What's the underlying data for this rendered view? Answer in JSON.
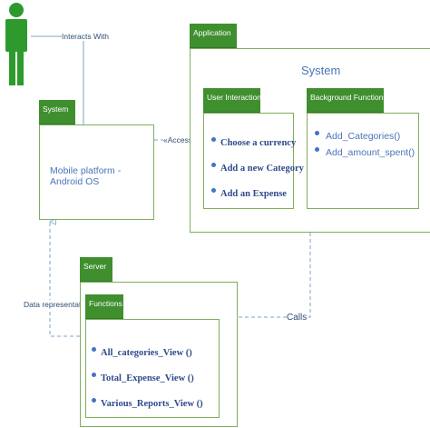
{
  "actor": {
    "icon": "person-icon",
    "color": "#2e9a2e"
  },
  "labels": {
    "interacts_with": "Interacts With",
    "access": "«Access»",
    "calls": "Calls",
    "data_representation": "Data representation"
  },
  "system_box": {
    "tab": "System",
    "text": "Mobile platform -Android OS"
  },
  "application": {
    "tab": "Application",
    "title": "System",
    "user_interaction": {
      "tab": "User Interaction",
      "items": [
        "Choose a currency",
        "Add a new Category",
        "Add an Expense"
      ]
    },
    "background_functions": {
      "tab": "Background Functions",
      "items": [
        "Add_Categories()",
        "Add_amount_spent()"
      ]
    }
  },
  "server": {
    "tab": "Server",
    "functions": {
      "tab": "Functions",
      "items": [
        "All_categories_View ()",
        "Total_Expense_View ()",
        "Various_Reports_View ()"
      ]
    }
  },
  "colors": {
    "tab_green": "#3f8f2f",
    "border_green": "#7fae5c",
    "connector_blue": "#7fa0c8",
    "text_blue": "#4a74b8"
  }
}
